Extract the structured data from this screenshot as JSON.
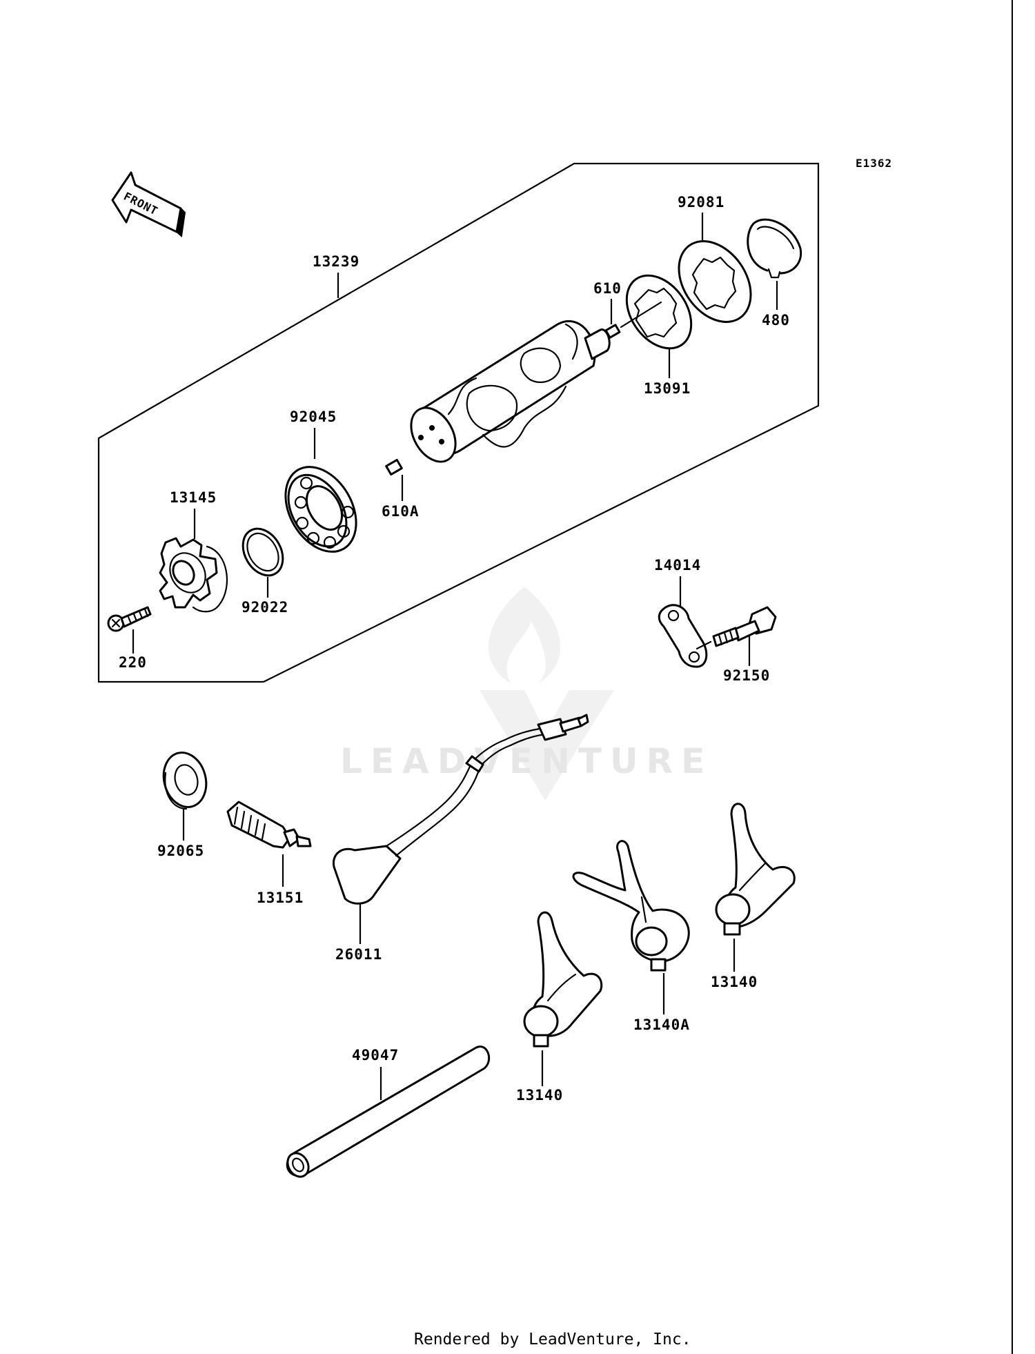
{
  "diagram_code": "E1362",
  "direction_label": "FRONT",
  "watermark": "LEADVENTURE",
  "footer": "Rendered by LeadVenture, Inc.",
  "parts": {
    "p13239": "13239",
    "p92081": "92081",
    "p610": "610",
    "p480": "480",
    "p13091": "13091",
    "p92045": "92045",
    "p610A": "610A",
    "p13145": "13145",
    "p92022": "92022",
    "p220": "220",
    "p14014": "14014",
    "p92150": "92150",
    "p92065": "92065",
    "p13151": "13151",
    "p26011": "26011",
    "p13140_right": "13140",
    "p13140A": "13140A",
    "p13140_left": "13140",
    "p49047": "49047"
  }
}
